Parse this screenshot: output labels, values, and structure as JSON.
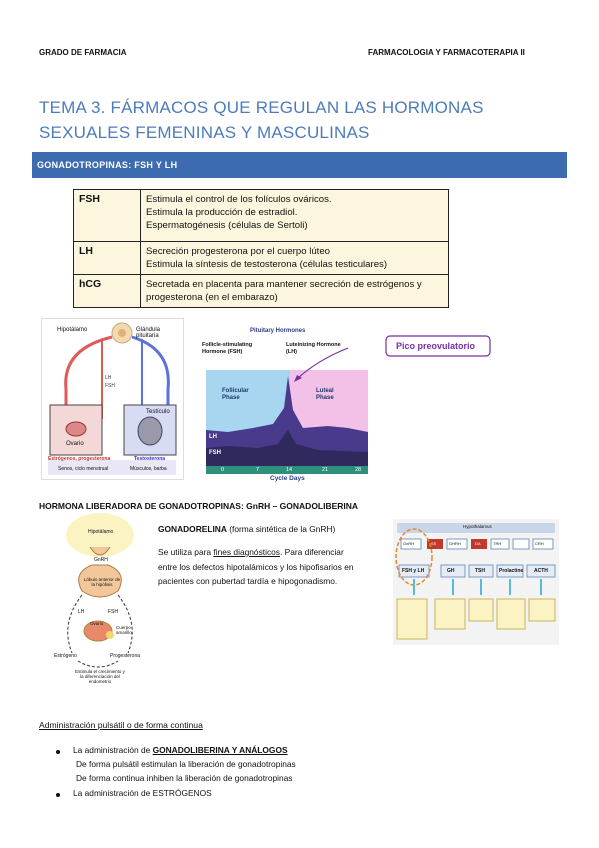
{
  "header": {
    "left": "GRADO DE FARMACIA",
    "right": "FARMACOLOGIA Y FARMACOTERAPIA II"
  },
  "title": "TEMA 3. FÁRMACOS QUE REGULAN LAS HORMONAS SEXUALES FEMENINAS Y MASCULINAS",
  "section1": "GONADOTROPINAS: FSH Y LH",
  "hormone_table": [
    {
      "key": "FSH",
      "lines": [
        "Estimula el control de los folículos ováricos.",
        "Estimula la producción de estradiol.",
        "Espermatogénesis (células de Sertoli)"
      ]
    },
    {
      "key": "LH",
      "lines": [
        "Secreción progesterona por el cuerpo lúteo",
        "Estimula la síntesis de testosterona (células testiculares)"
      ]
    },
    {
      "key": "hCG",
      "lines": [
        "Secretada en placenta para mantener secreción de estrógenos y progesterona (en el embarazo)"
      ]
    }
  ],
  "fig_axis": {
    "labels": {
      "hipotalamo": "Hipotálamo",
      "pituitaria": "Glándula pituitaria",
      "ovario": "Ovario",
      "testiculo": "Testículo",
      "lh": "LH",
      "fsh": "FSH",
      "estrogenos": "Estrógenos, progesterona",
      "testosterona": "Testosterona",
      "senos": "Senos, ciclo menstrual",
      "musculos": "Músculos, barba"
    }
  },
  "fig_cycle": {
    "title": "Pituitary Hormones",
    "fsh_label": "Follicle-stimulating Hormone (FSH)",
    "lh_label": "Luteinizing Hormone (LH)",
    "follicular": "Follicular Phase",
    "luteal": "Luteal Phase",
    "series_lh": "LH",
    "series_fsh": "FSH",
    "callout": "Pico preovulatorio",
    "ticks": [
      "0",
      "7",
      "14",
      "21",
      "28"
    ],
    "xlabel": "Cycle Days"
  },
  "section2": "HORMONA LIBERADORA DE GONADOTROPINAS: GnRH – GONADOLIBERINA",
  "fig_gnrh": {
    "labels": [
      "Hipotálamo",
      "GnRH",
      "Lóbulo anterior de la hipófisis",
      "LH",
      "FSH",
      "Ovario",
      "Cuerpo amarillo",
      "Estrógeno",
      "Progesterona",
      "Estimula el crecimiento y la diferenciación del endometrio"
    ]
  },
  "gonadorelina": {
    "name": "GONADORELINA",
    "desc": " (forma sintética de la GnRH)"
  },
  "uses": {
    "line1_pre": "Se utiliza para ",
    "line1_u": "fines diagnósticos",
    "line1_post": ". Para diferenciar",
    "line2": "entre los defectos hipotalámicos y los hipofisarios en",
    "line3": "pacientes con pubertad tardía e hipogonadismo."
  },
  "fig_axes": {
    "top": "Hypothalamus",
    "hormones": [
      "GnRH",
      "GHRH",
      "SS",
      "TRH",
      "DA",
      "CRH"
    ],
    "pituitary": [
      "FSH y LH",
      "GH",
      "TSH",
      "Prolactine",
      "ACTH"
    ]
  },
  "admin_title": "Administración pulsátil o de forma continua",
  "admin": {
    "b1_pre": "La administración de ",
    "b1_u": "GONADOLIBERINA Y ANÁLOGOS",
    "b1_l2": "De forma pulsátil estimulan la liberación de gonadotropinas",
    "b1_l3": "De forma continua inhiben la liberación de gonadotropinas",
    "b2": "La administración de ESTRÓGENOS"
  },
  "colors": {
    "accent": "#3d6bb0",
    "title": "#4d7bbd",
    "table_bg": "#fbf6dd"
  }
}
